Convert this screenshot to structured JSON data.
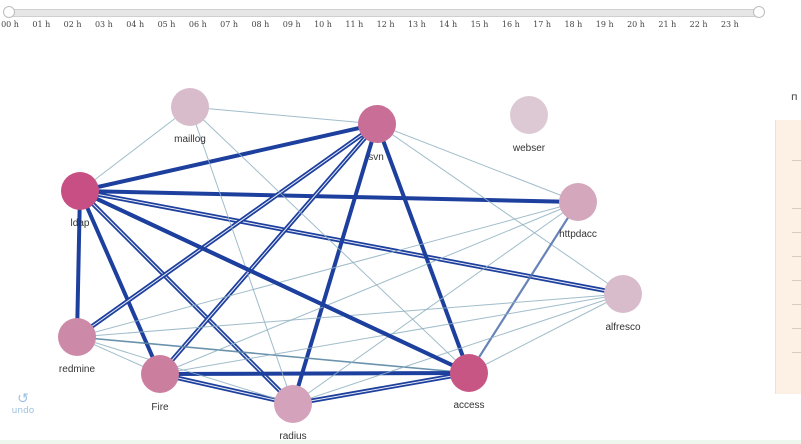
{
  "timeline": {
    "hours": [
      "00 h",
      "01 h",
      "02 h",
      "03 h",
      "04 h",
      "05 h",
      "06 h",
      "07 h",
      "08 h",
      "09 h",
      "10 h",
      "11 h",
      "12 h",
      "13 h",
      "14 h",
      "15 h",
      "16 h",
      "17 h",
      "18 h",
      "19 h",
      "20 h",
      "21 h",
      "22 h",
      "23 h"
    ]
  },
  "graph": {
    "nodes": [
      {
        "id": "maillog",
        "label": "maillog",
        "color": "#d8bccb"
      },
      {
        "id": "svn",
        "label": "svn",
        "color": "#c96e96"
      },
      {
        "id": "webser",
        "label": "webser",
        "color": "#ddc9d3"
      },
      {
        "id": "ldap",
        "label": "ldap",
        "color": "#c84f83"
      },
      {
        "id": "httpdacc",
        "label": "httpdacc",
        "color": "#d4a7bd"
      },
      {
        "id": "alfresco",
        "label": "alfresco",
        "color": "#d8bccb"
      },
      {
        "id": "redmine",
        "label": "redmine",
        "color": "#cc8aa8"
      },
      {
        "id": "Fire",
        "label": "Fire",
        "color": "#cc7e9f"
      },
      {
        "id": "radius",
        "label": "radius",
        "color": "#d4a3bb"
      },
      {
        "id": "access",
        "label": "access",
        "color": "#c85684"
      }
    ],
    "edges": [
      [
        "ldap",
        "svn",
        "heavy"
      ],
      [
        "ldap",
        "httpdacc",
        "heavy"
      ],
      [
        "ldap",
        "alfresco",
        "double"
      ],
      [
        "ldap",
        "access",
        "heavy"
      ],
      [
        "ldap",
        "redmine",
        "heavy"
      ],
      [
        "ldap",
        "Fire",
        "heavy"
      ],
      [
        "ldap",
        "radius",
        "double"
      ],
      [
        "ldap",
        "maillog",
        "thin"
      ],
      [
        "svn",
        "redmine",
        "double"
      ],
      [
        "svn",
        "Fire",
        "double"
      ],
      [
        "svn",
        "radius",
        "heavy"
      ],
      [
        "svn",
        "access",
        "heavy"
      ],
      [
        "svn",
        "maillog",
        "thin"
      ],
      [
        "svn",
        "httpdacc",
        "thin"
      ],
      [
        "svn",
        "alfresco",
        "thin"
      ],
      [
        "redmine",
        "access",
        "mid"
      ],
      [
        "Fire",
        "access",
        "heavy"
      ],
      [
        "radius",
        "access",
        "double"
      ],
      [
        "Fire",
        "radius",
        "double"
      ],
      [
        "httpdacc",
        "access",
        "blue"
      ],
      [
        "httpdacc",
        "redmine",
        "thin"
      ],
      [
        "httpdacc",
        "Fire",
        "thin"
      ],
      [
        "httpdacc",
        "radius",
        "thin"
      ],
      [
        "alfresco",
        "redmine",
        "thin"
      ],
      [
        "alfresco",
        "Fire",
        "thin"
      ],
      [
        "alfresco",
        "radius",
        "thin"
      ],
      [
        "alfresco",
        "access",
        "thin"
      ],
      [
        "maillog",
        "access",
        "thin"
      ],
      [
        "maillog",
        "radius",
        "thin"
      ],
      [
        "redmine",
        "radius",
        "thin"
      ],
      [
        "redmine",
        "Fire",
        "thin"
      ],
      [
        "ldap",
        "access",
        "heavy"
      ]
    ]
  },
  "panel": {
    "top_mark": "п"
  },
  "undo": {
    "label": "undo"
  }
}
